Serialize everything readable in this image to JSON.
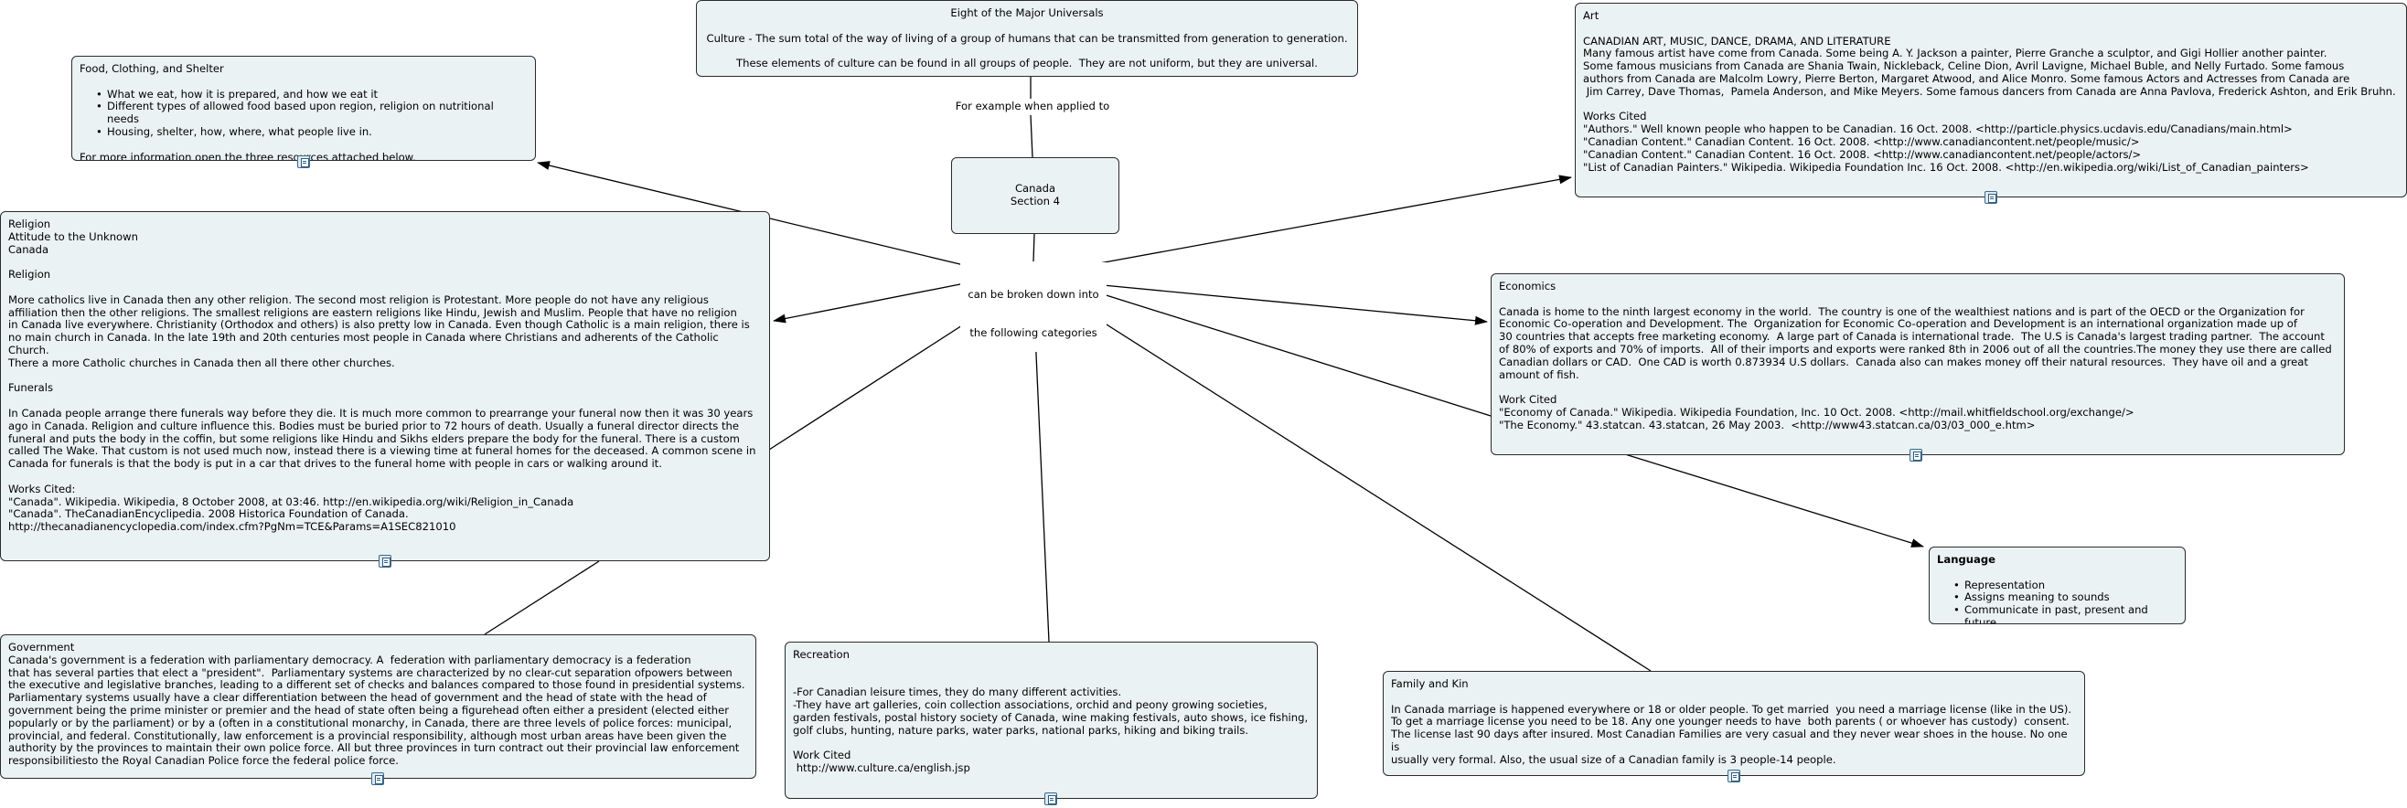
{
  "universals": {
    "title": "Eight of the Major Universals",
    "lines": [
      "Culture - The sum total of the way of living of a group of humans that can be transmitted from generation to generation.",
      "These elements of culture can be found in all groups of people.  They are not uniform, but they are universal."
    ]
  },
  "link_label_example": "For example when applied to",
  "canada": {
    "line1": "Canada",
    "line2": "Section 4"
  },
  "link_label_categories": {
    "line1": "can be broken down into",
    "line2": "the following categories"
  },
  "food": {
    "title": "Food, Clothing, and Shelter",
    "bullets": [
      "What we eat, how it is prepared, and how we eat it",
      "Different types of allowed food based upon region, religion on nutritional needs",
      "Housing, shelter, how, where, what people live in."
    ],
    "footer": "For more information open the three resources attached below."
  },
  "art": {
    "title": "Art",
    "heading": "CANADIAN ART, MUSIC, DANCE, DRAMA, AND LITERATURE",
    "body": [
      "Many famous artist have come from Canada. Some being A. Y. Jackson a painter, Pierre Granche a sculptor, and Gigi Hollier another painter.",
      "Some famous musicians from Canada are Shania Twain, Nickleback, Celine Dion, Avril Lavigne, Michael Buble, and Nelly Furtado. Some famous",
      "authors from Canada are Malcolm Lowry, Pierre Berton, Margaret Atwood, and Alice Monro. Some famous Actors and Actresses from Canada are",
      " Jim Carrey, Dave Thomas,  Pamela Anderson, and Mike Meyers. Some famous dancers from Canada are Anna Pavlova, Frederick Ashton, and Erik Bruhn."
    ],
    "cited_heading": "Works Cited",
    "cited": [
      "\"Authors.\" Well known people who happen to be Canadian. 16 Oct. 2008. <http://particle.physics.ucdavis.edu/Canadians/main.html>",
      "\"Canadian Content.\" Canadian Content. 16 Oct. 2008. <http://www.canadiancontent.net/people/music/>",
      "\"Canadian Content.\" Canadian Content. 16 Oct. 2008. <http://www.canadiancontent.net/people/actors/>",
      "\"List of Canadian Painters.\" Wikipedia. Wikipedia Foundation Inc. 16 Oct. 2008. <http://en.wikipedia.org/wiki/List_of_Canadian_painters>"
    ]
  },
  "religion": {
    "header": [
      "Religion",
      "Attitude to the Unknown",
      "Canada"
    ],
    "heading": "Religion",
    "para1": [
      "More catholics live in Canada then any other religion. The second most religion is Protestant. More people do not have any religious",
      "affiliation then the other religions. The smallest religions are eastern religions like Hindu, Jewish and Muslim. People that have no religion",
      "in Canada live everywhere. Christianity (Orthodox and others) is also pretty low in Canada. Even though Catholic is a main religion, there is",
      "no main church in Canada. In the late 19th and 20th centuries most people in Canada where Christians and adherents of the Catholic Church.",
      "There a more Catholic churches in Canada then all there other churches."
    ],
    "funerals_heading": "Funerals",
    "para2": [
      "In Canada people arrange there funerals way before they die. It is much more common to prearrange your funeral now then it was 30 years",
      "ago in Canada. Religion and culture influence this. Bodies must be buried prior to 72 hours of death. Usually a funeral director directs the",
      "funeral and puts the body in the coffin, but some religions like Hindu and Sikhs elders prepare the body for the funeral. There is a custom",
      "called The Wake. That custom is not used much now, instead there is a viewing time at funeral homes for the deceased. A common scene in",
      "Canada for funerals is that the body is put in a car that drives to the funeral home with people in cars or walking around it."
    ],
    "cited_heading": "Works Cited:",
    "cited": [
      "\"Canada\". Wikipedia. Wikipedia, 8 October 2008, at 03:46. http://en.wikipedia.org/wiki/Religion_in_Canada",
      "\"Canada\". TheCanadianEncyclipedia. 2008 Historica Foundation of Canada.",
      "http://thecanadianencyclopedia.com/index.cfm?PgNm=TCE&Params=A1SEC821010"
    ]
  },
  "economics": {
    "title": "Economics",
    "body": [
      "Canada is home to the ninth largest economy in the world.  The country is one of the wealthiest nations and is part of the OECD or the Organization for",
      "Economic Co-operation and Development. The  Organization for Economic Co-operation and Development is an international organization made up of",
      "30 countries that accepts free marketing economy.  A large part of Canada is international trade.  The U.S is Canada's largest trading partner.  The account",
      "of 80% of exports and 70% of imports.  All of their imports and exports were ranked 8th in 2006 out of all the countries.The money they use there are called",
      "Canadian dollars or CAD.  One CAD is worth 0.873934 U.S dollars.  Canada also can makes money off their natural resources.  They have oil and a great",
      "amount of fish."
    ],
    "cited_heading": "Work Cited",
    "cited": [
      "\"Economy of Canada.\" Wikipedia. Wikipedia Foundation, Inc. 10 Oct. 2008. <http://mail.whitfieldschool.org/exchange/>",
      "\"The Economy.\" 43.statcan. 43.statcan, 26 May 2003.  <http://www43.statcan.ca/03/03_000_e.htm>"
    ]
  },
  "language": {
    "title": "Language",
    "bullets": [
      "Representation",
      "Assigns meaning to sounds",
      "Communicate in past, present and future"
    ]
  },
  "government": {
    "title": "Government",
    "body": [
      "Canada's government is a federation with parliamentary democracy. A  federation with parliamentary democracy is a federation",
      "that has several parties that elect a \"president\".  Parliamentary systems are characterized by no clear-cut separation ofpowers between",
      "the executive and legislative branches, leading to a different set of checks and balances compared to those found in presidential systems.",
      "Parliamentary systems usually have a clear differentiation between the head of government and the head of state with the head of",
      "government being the prime minister or premier and the head of state often being a figurehead often either a president (elected either",
      "popularly or by the parliament) or by a (often in a constitutional monarchy, in Canada, there are three levels of police forces: municipal,",
      "provincial, and federal. Constitutionally, law enforcement is a provincial responsibility, although most urban areas have been given the",
      "authority by the provinces to maintain their own police force. All but three provinces in turn contract out their provincial law enforcement",
      "responsibilitiesto the Royal Canadian Police force the federal police force."
    ]
  },
  "recreation": {
    "title": "Recreation",
    "body": [
      "-For Canadian leisure times, they do many different activities.",
      "-They have art galleries, coin collection associations, orchid and peony growing societies,",
      "garden festivals, postal history society of Canada, wine making festivals, auto shows, ice fishing,",
      "golf clubs, hunting, nature parks, water parks, national parks, hiking and biking trails."
    ],
    "cited_heading": "Work Cited",
    "cited": [
      " http://www.culture.ca/english.jsp"
    ]
  },
  "family": {
    "title": "Family and Kin",
    "body": [
      "In Canada marriage is happened everywhere or 18 or older people. To get married  you need a marriage license (like in the US).",
      "To get a marriage license you need to be 18. Any one younger needs to have  both parents ( or whoever has custody)  consent.",
      "The license last 90 days after insured. Most Canadian Families are very casual and they never wear shoes in the house. No one is",
      "usually very formal. Also, the usual size of a Canadian family is 3 people-14 people."
    ]
  },
  "colors": {
    "node_fill": "#ebf2f3",
    "node_border": "#2b2b2b",
    "link": "#000000"
  },
  "icons": {
    "resource": "document-icon"
  }
}
